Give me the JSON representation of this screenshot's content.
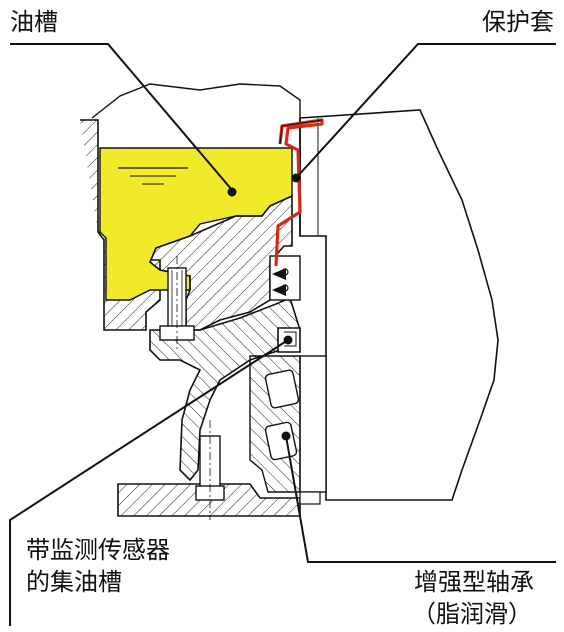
{
  "labels": {
    "oil_tank": "油槽",
    "protective_sleeve": "保护套",
    "collector_line1": "带监测传感器",
    "collector_line2": "的集油槽",
    "bearing_line1": "增强型轴承",
    "bearing_line2": "（脂润滑）"
  },
  "colors": {
    "oil": "#f0ea2a",
    "sleeve": "#d42a1a",
    "line": "#111111",
    "housing_fill": "#ffffff"
  }
}
